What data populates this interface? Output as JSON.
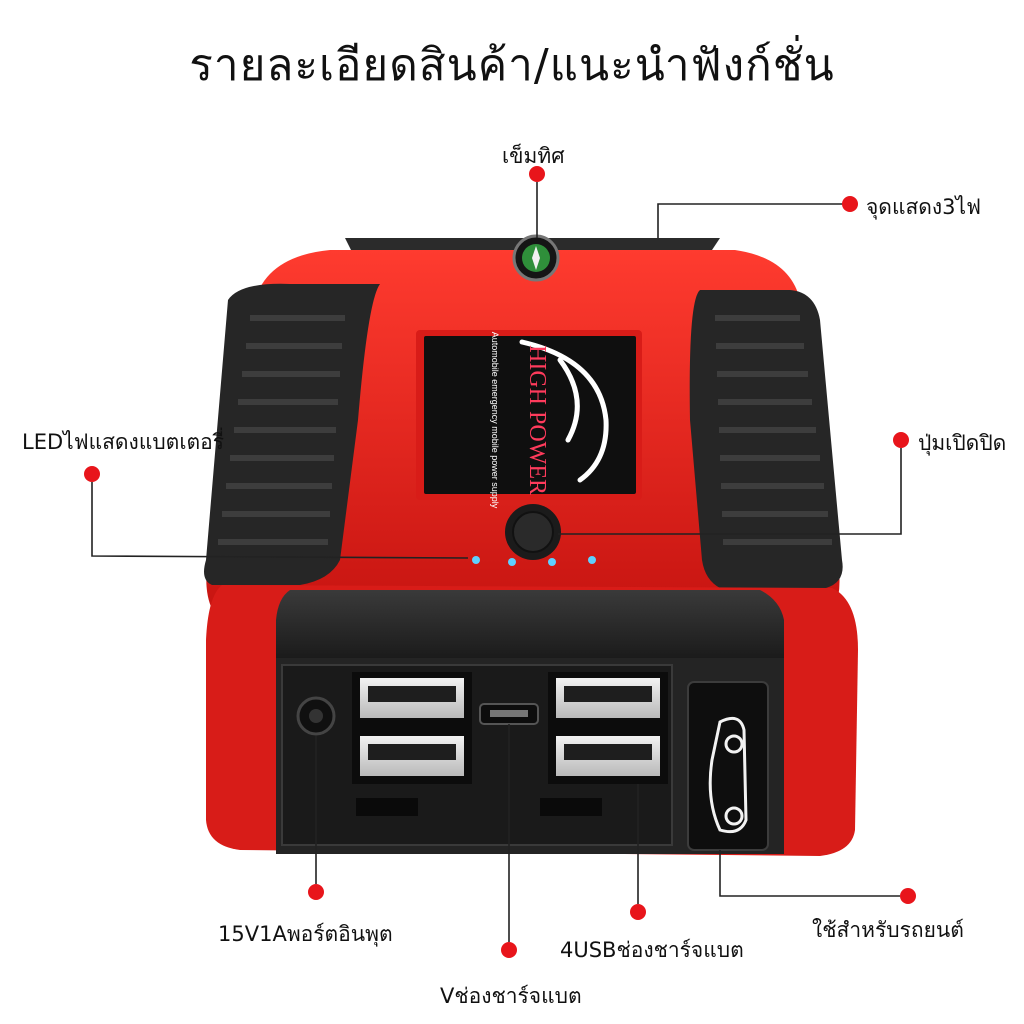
{
  "title": "รายละเอียดสินค้า/แนะนำฟังก์ชั่น",
  "product": {
    "brand": "HIGH POWER",
    "tagline": "Automobile emergency mobile power supply"
  },
  "callouts": {
    "compass": "เข็มทิศ",
    "lights": "จุดแสดง3ไฟ",
    "led_battery": "LEDไฟแสดงแบตเตอรี่",
    "power_button": "ปุ่มเปิดปิด",
    "dc_input": "15V1Aพอร์ตอินพุต",
    "usb_ports": "4USBช่องชาร์จแบต",
    "v_port": "Vช่องชาร์จแบต",
    "car_port": "ใช้สำหรับรถยนต์"
  },
  "colors": {
    "shell_red": "#e3211f",
    "rubber_black": "#222222",
    "callout_dot": "#e8151b",
    "led_blue": "#5fd0ff"
  }
}
